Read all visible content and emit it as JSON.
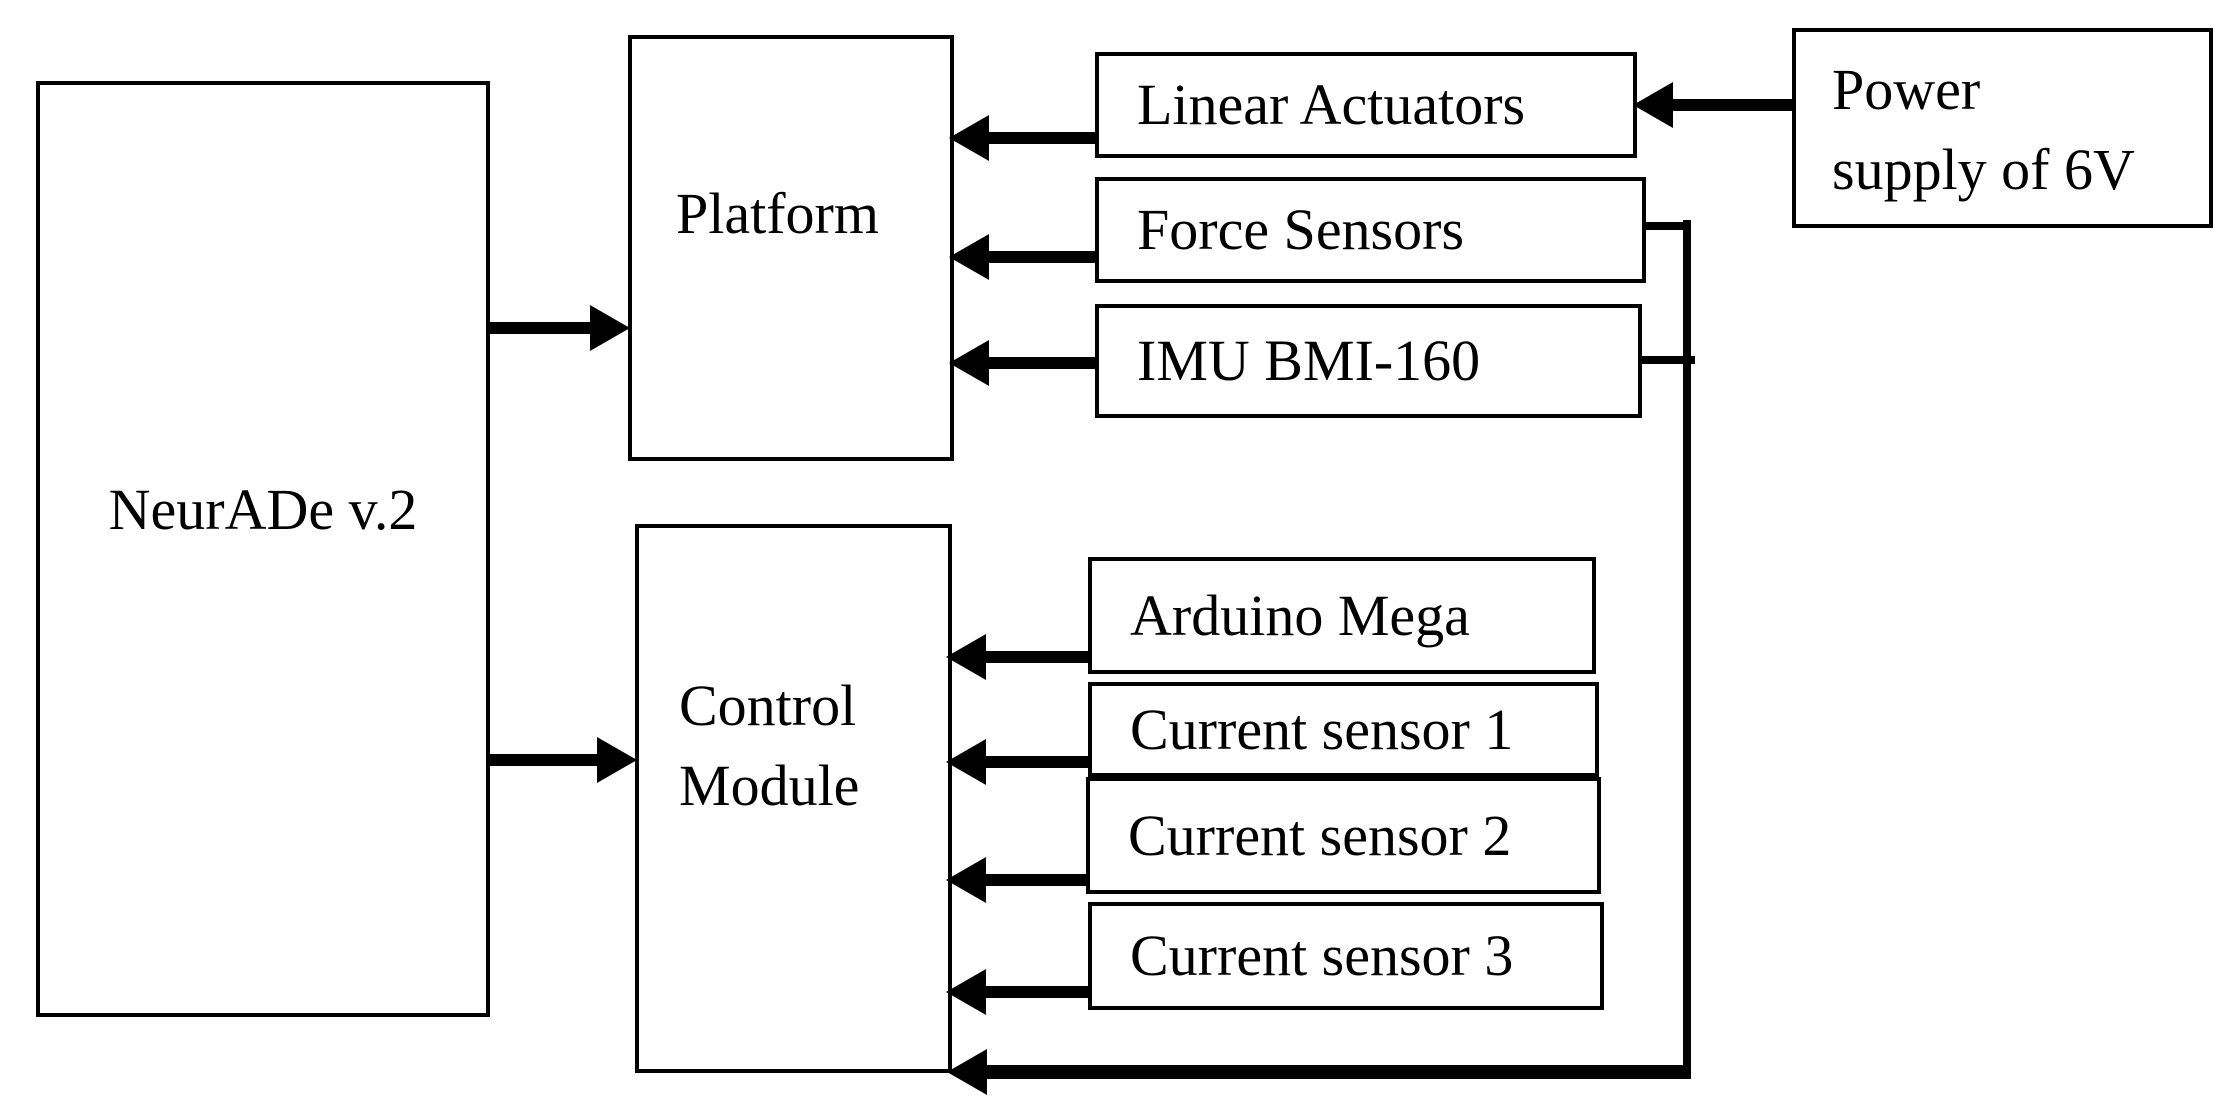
{
  "colors": {
    "ink": "#000000",
    "paper": "#ffffff"
  },
  "diagram": {
    "type": "block-diagram",
    "boxes": {
      "neurade": {
        "label": "NeurADe v.2"
      },
      "platform": {
        "label": "Platform"
      },
      "control_module": {
        "label": "Control\nModule"
      },
      "linear_actuators": {
        "label": "Linear Actuators"
      },
      "force_sensors": {
        "label": "Force Sensors"
      },
      "imu": {
        "label": "IMU BMI-160"
      },
      "power_supply": {
        "label": "Power\nsupply of 6V"
      },
      "arduino": {
        "label": "Arduino Mega"
      },
      "current_sensor_1": {
        "label": "Current sensor 1"
      },
      "current_sensor_2": {
        "label": "Current sensor 2"
      },
      "current_sensor_3": {
        "label": "Current sensor 3"
      }
    },
    "connections": [
      "NeurADe v.2 -> Platform",
      "NeurADe v.2 -> Control Module",
      "Linear Actuators -> Platform",
      "Force Sensors -> Platform",
      "IMU BMI-160 -> Platform",
      "Power supply of 6V -> Linear Actuators",
      "Arduino Mega -> Control Module",
      "Current sensor 1 -> Control Module",
      "Current sensor 2 -> Control Module",
      "Current sensor 3 -> Control Module",
      "Force Sensors / IMU BMI-160 bus -> Control Module"
    ]
  }
}
